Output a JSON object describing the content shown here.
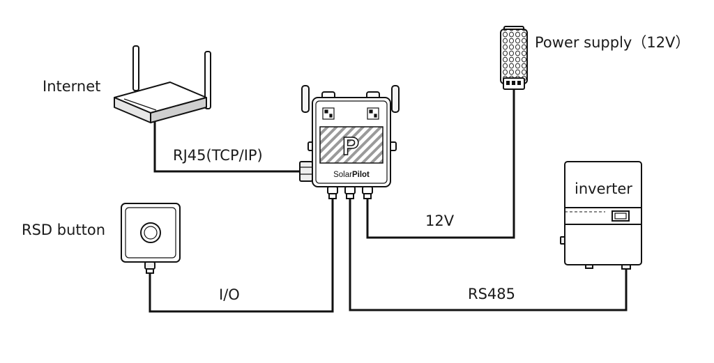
{
  "labels": {
    "internet": "Internet",
    "power_supply": "Power supply（12V）",
    "rj45": "RJ45(TCP/IP)",
    "inverter": "inverter",
    "rsd_button": "RSD button",
    "v12": "12V",
    "io": "I/O",
    "rs485": "RS485"
  },
  "device": {
    "brand_light": "Solar",
    "brand_bold": "Pilot",
    "logo_letter": "P"
  }
}
